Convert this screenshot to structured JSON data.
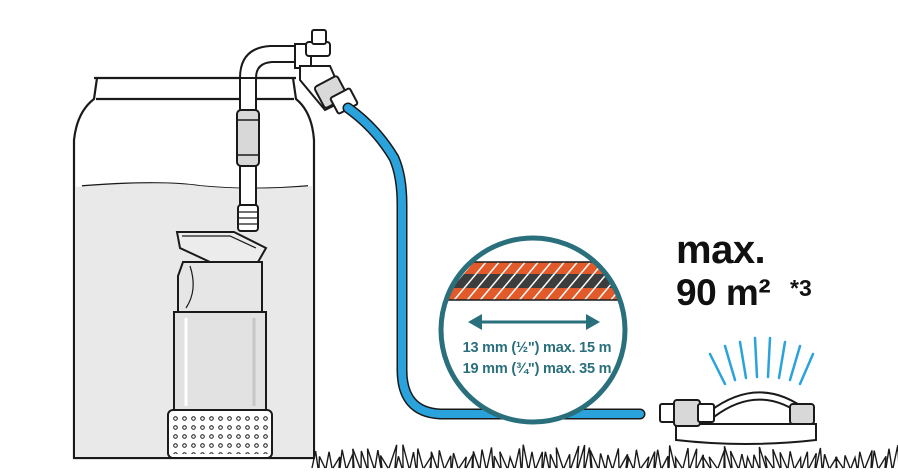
{
  "coverage": {
    "max_label": "max.",
    "area_label": "90 m²",
    "footnote_label": "*3"
  },
  "hose_spec": {
    "line_half_inch": "13 mm (½\") max. 15 m",
    "line_three_quarter_inch": "19 mm (¾\") max. 35 m"
  },
  "colors": {
    "outline": "#1a1a1a",
    "hose_blue": "#2aa3dc",
    "hose_teal": "#2a6f7c",
    "hose_layer_orange": "#e25a2a",
    "hose_layer_dark": "#3d3d3d",
    "spray": "#2aa3dc"
  }
}
